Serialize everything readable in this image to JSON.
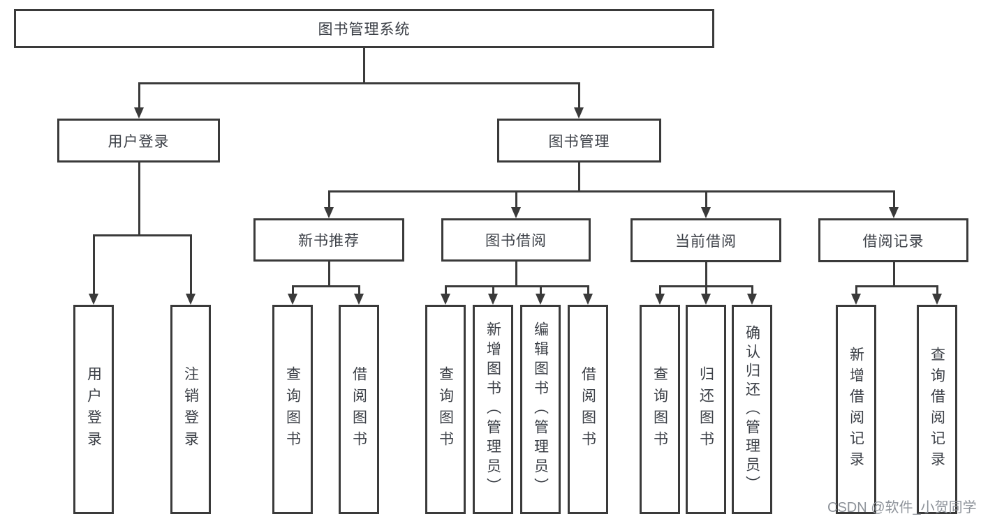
{
  "nodes": {
    "root": {
      "label": "图书管理系统"
    },
    "user_login": {
      "label": "用户登录"
    },
    "book_mgmt": {
      "label": "图书管理"
    },
    "new_book_rec": {
      "label": "新书推荐"
    },
    "book_borrow": {
      "label": "图书借阅"
    },
    "current_borrow": {
      "label": "当前借阅"
    },
    "borrow_records": {
      "label": "借阅记录"
    },
    "leaf_user_login": {
      "label": "用户登录"
    },
    "leaf_logout": {
      "label": "注销登录"
    },
    "nb_query_books": {
      "label": "查询图书"
    },
    "nb_borrow_books": {
      "label": "借阅图书"
    },
    "bb_query_books": {
      "label": "查询图书"
    },
    "bb_add_books": {
      "label": "新增图书（管理员）"
    },
    "bb_edit_books": {
      "label": "编辑图书（管理员）"
    },
    "bb_borrow_books": {
      "label": "借阅图书"
    },
    "cb_query_books": {
      "label": "查询图书"
    },
    "cb_return_books": {
      "label": "归还图书"
    },
    "cb_confirm_return": {
      "label": "确认归还（管理员）"
    },
    "br_add_record": {
      "label": "新增借阅记录"
    },
    "br_query_record": {
      "label": "查询借阅记录"
    }
  },
  "watermark": "CSDN @软件_小贺同学",
  "colors": {
    "line": "#3a3a3a",
    "text": "#3c4047",
    "watermark": "#8e939a",
    "bg": "#ffffff"
  }
}
